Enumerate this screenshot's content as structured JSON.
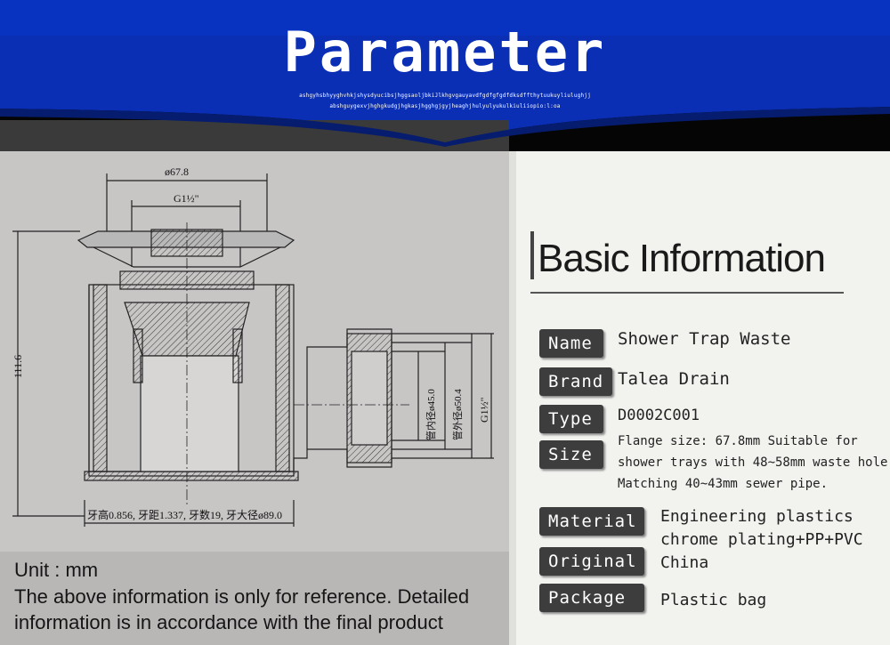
{
  "header": {
    "title": "Parameter",
    "noise_line1": "ashgyhsbhyyghvhkjshysdyucibsjhggsaoljbkiJlkhgvgauyavdfgdfgfgdfdksdffthytuukuyliulughjj",
    "noise_line2": "abshguygexvjhghgkudgjhgkasjhgghgjgyjheaghjhulyulyukulkiuliiopio:l:oa",
    "banner_color": "#0a2fb5"
  },
  "drawing": {
    "dim_top": "ø67.8",
    "dim_thread": "G1½\"",
    "dim_height": "111.6",
    "dim_inner": "管内径ø45.0",
    "dim_outer": "管外径ø50.4",
    "dim_pipe_thread": "G1½\"",
    "thread_spec": "牙高0.856, 牙距1.337, 牙数19, 牙大径ø89.0"
  },
  "notes": {
    "unit": "Unit : mm",
    "line1": "The above information is only for reference. Detailed",
    "line2": "information is in accordance with the final product"
  },
  "basic_info": {
    "title": "Basic Information",
    "name_label": "Name",
    "name_value": "Shower Trap Waste",
    "brand_label": "Brand",
    "brand_value": "Talea Drain",
    "type_label": "Type",
    "type_value": "D0002C001",
    "size_label": "Size",
    "size_line1": "Flange size: 67.8mm  Suitable for",
    "size_line2": "shower trays with 48~58mm waste hole",
    "size_line3": "Matching 40~43mm sewer pipe.",
    "material_label": "Material",
    "material_line1": "Engineering plastics",
    "material_line2": "chrome plating+PP+PVC",
    "original_label": "Original",
    "original_value": "China",
    "package_label": "Package",
    "package_value": "Plastic bag"
  }
}
